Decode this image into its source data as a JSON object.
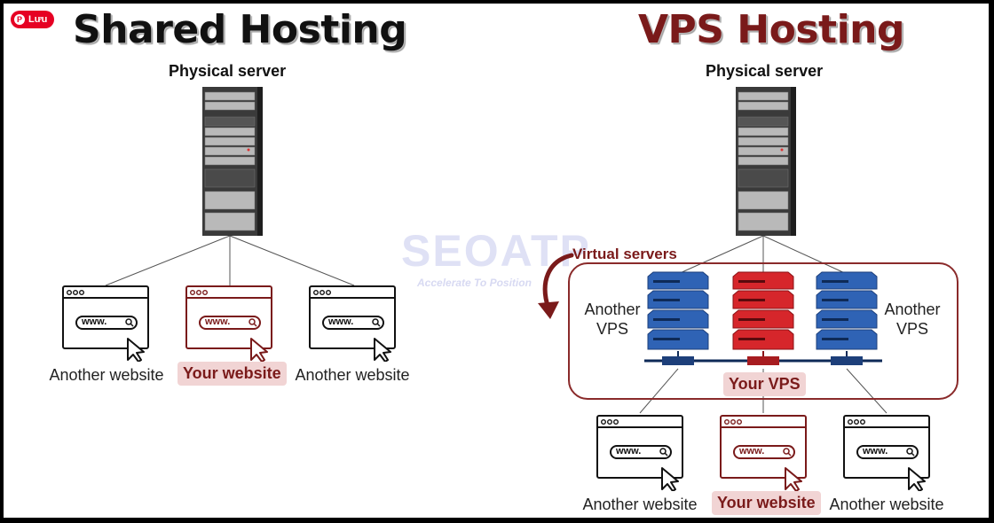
{
  "pin_button": {
    "label": "Lưu"
  },
  "shared": {
    "title": "Shared Hosting",
    "server_label": "Physical server",
    "sites": [
      {
        "url": "www.",
        "label": "Another website",
        "highlight": false
      },
      {
        "url": "www.",
        "label": "Your website",
        "highlight": true
      },
      {
        "url": "www.",
        "label": "Another website",
        "highlight": false
      }
    ]
  },
  "vps": {
    "title": "VPS Hosting",
    "server_label": "Physical server",
    "virtual_servers_label": "Virtual servers",
    "vps_left": "Another VPS",
    "vps_right": "Another VPS",
    "your_vps": "Your VPS",
    "sites": [
      {
        "url": "www.",
        "label": "Another website",
        "highlight": false
      },
      {
        "url": "www.",
        "label": "Your website",
        "highlight": true
      },
      {
        "url": "www.",
        "label": "Another website",
        "highlight": false
      }
    ]
  },
  "watermark": {
    "brand": "SEOATP",
    "tagline": "Accelerate To Position"
  },
  "colors": {
    "accent": "#7a1a1a",
    "blue_server": "#2f63b5",
    "red_server": "#d6262b",
    "highlight_bg": "#f1d4d4"
  },
  "icons": [
    "pinterest-icon",
    "server-rack-icon",
    "browser-window-icon",
    "cursor-arrow-icon",
    "curved-arrow-icon"
  ]
}
